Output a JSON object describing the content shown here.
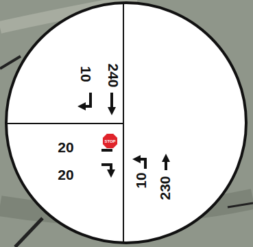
{
  "diagram": {
    "nodes": [
      {
        "text": [
          "STOP"
        ]
      }
    ],
    "labels": [
      "10",
      "240",
      "20",
      "20",
      "10",
      "230"
    ]
  }
}
